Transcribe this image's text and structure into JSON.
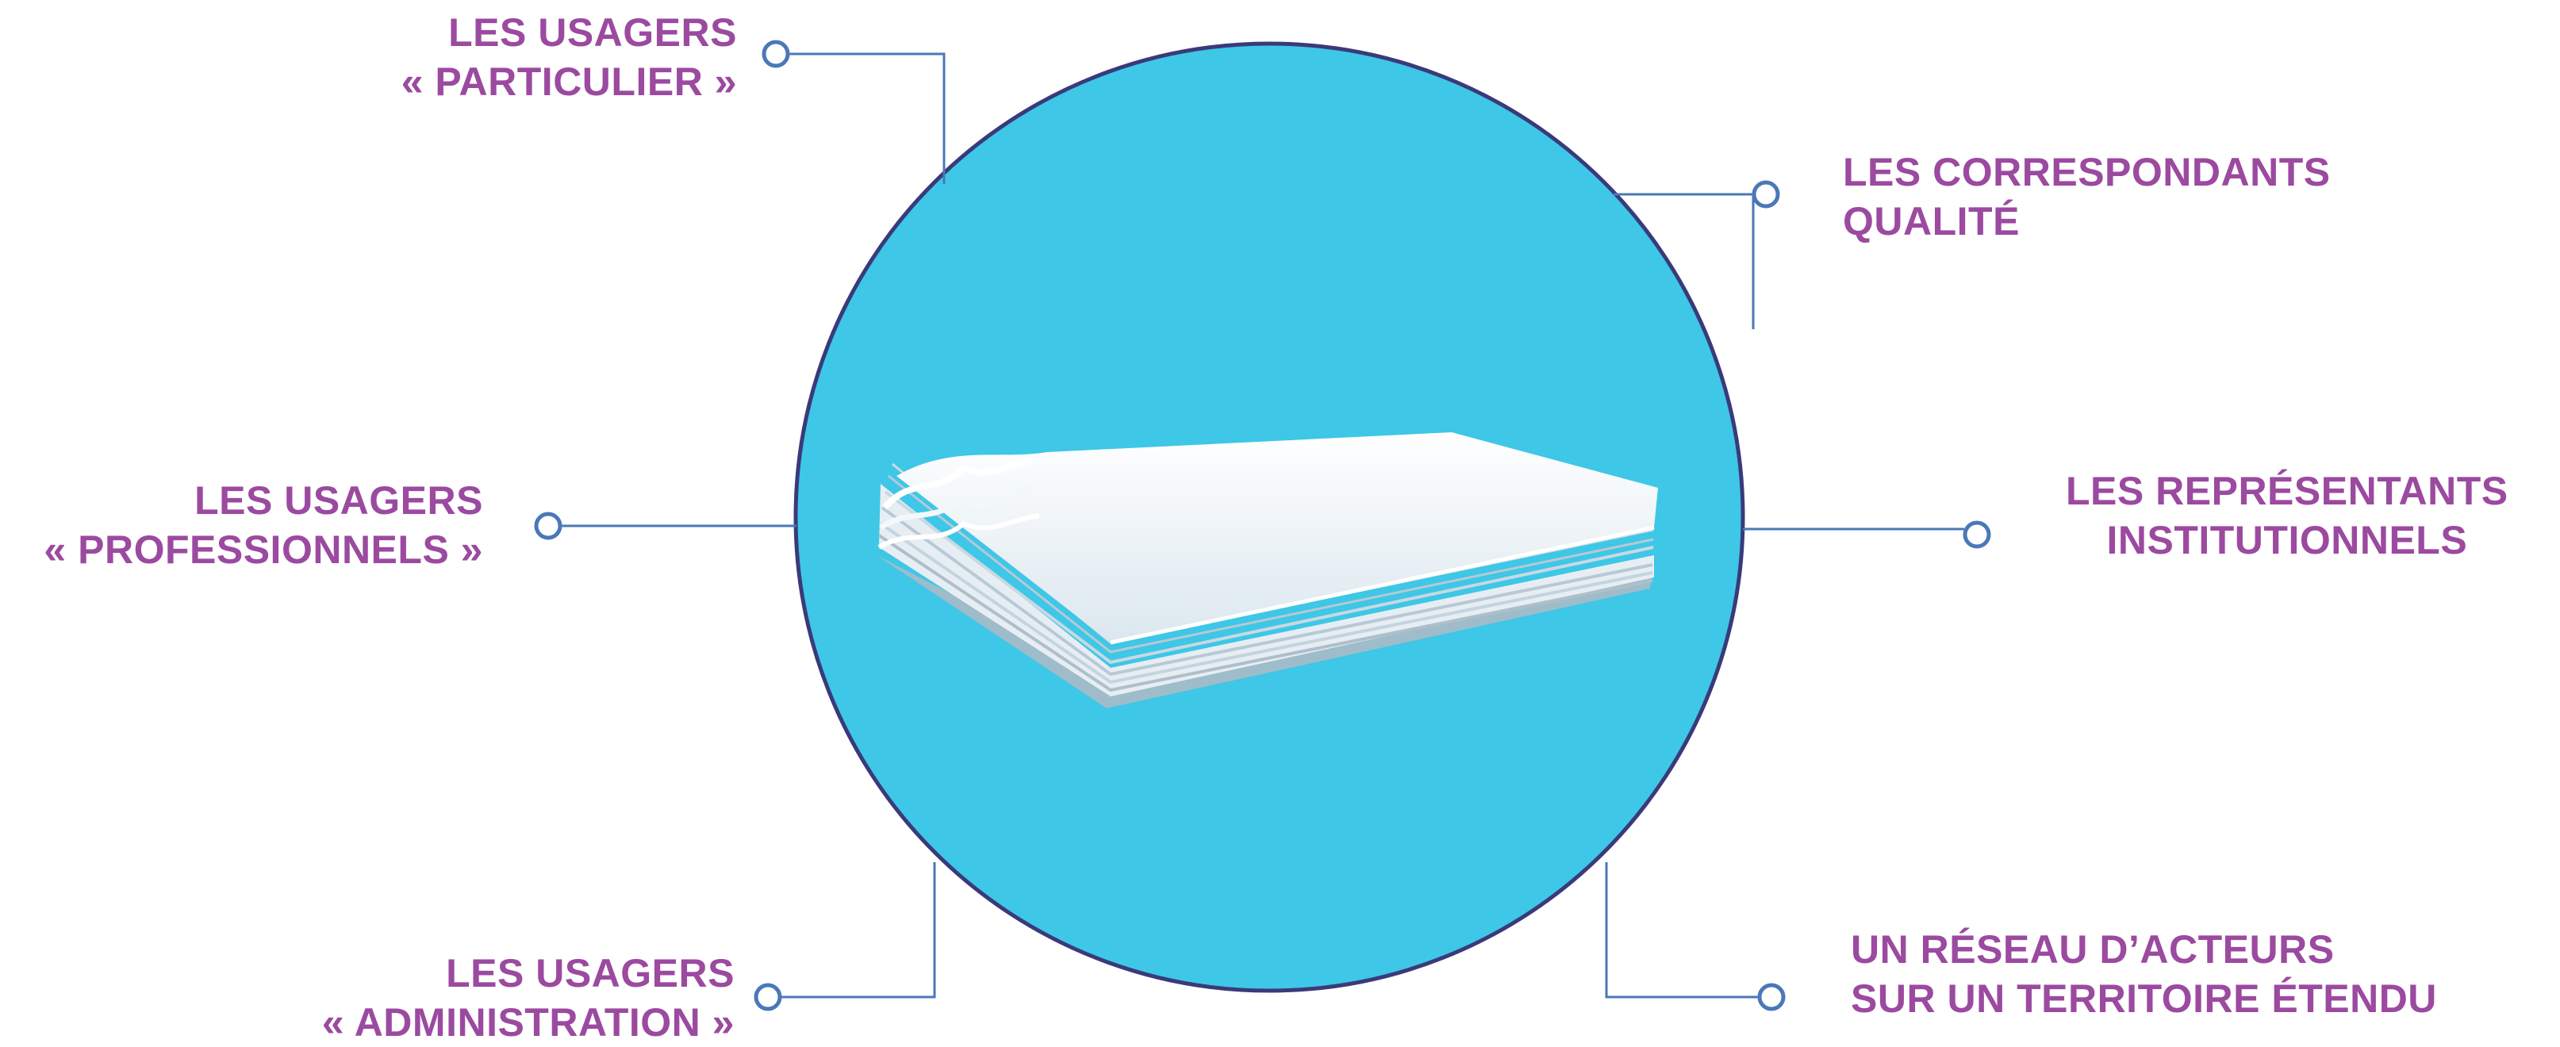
{
  "colors": {
    "label_text": "#9b4aa0",
    "connector_line": "#4a78b8",
    "circle_fill": "#3ec7e6",
    "circle_border": "#3a3a7a",
    "paper_white": "#f4f8fb",
    "paper_shadow": "#b9cfdc"
  },
  "center": {
    "image_icon": "stack-of-paper-icon"
  },
  "nodes": {
    "usagers_particulier": {
      "line1": "LES USAGERS",
      "line2": "« PARTICULIER »"
    },
    "usagers_professionnels": {
      "line1": "LES USAGERS",
      "line2": "« PROFESSIONNELS »"
    },
    "usagers_administration": {
      "line1": "LES USAGERS",
      "line2": "« ADMINISTRATION »"
    },
    "correspondants_qualite": {
      "line1": "LES CORRESPONDANTS",
      "line2": "QUALITÉ"
    },
    "representants_institutionnels": {
      "line1": "LES REPRÉSENTANTS",
      "line2": "INSTITUTIONNELS"
    },
    "reseau_acteurs": {
      "line1": "UN RÉSEAU D’ACTEURS",
      "line2": "SUR UN TERRITOIRE ÉTENDU"
    }
  }
}
